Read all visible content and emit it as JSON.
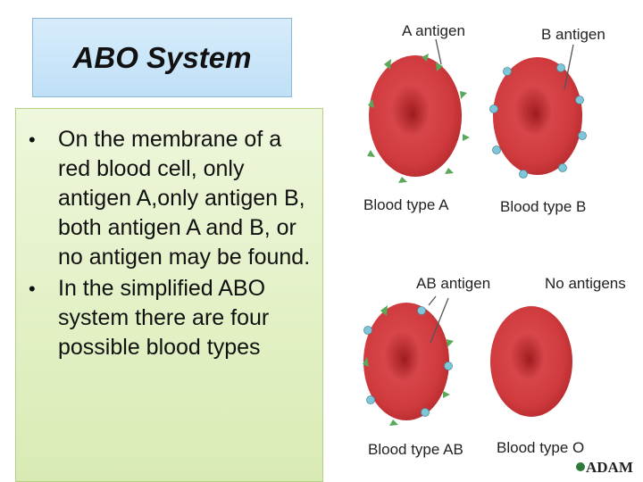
{
  "slide": {
    "title": "ABO System",
    "bullets": [
      "On the membrane of a red blood cell, only antigen A,only antigen B, both antigen A and B, or no antigen may be found.",
      "In the simplified ABO system there are four possible blood types"
    ]
  },
  "diagram": {
    "antigen_labels": {
      "a": "A antigen",
      "b": "B antigen",
      "ab": "AB antigen",
      "none": "No antigens"
    },
    "type_labels": {
      "a": "Blood type A",
      "b": "Blood type B",
      "ab": "Blood type AB",
      "o": "Blood type O"
    },
    "logo_text": "ADAM",
    "colors": {
      "cell": "#cc3b3b",
      "antigen_a": "#5aa95a",
      "antigen_b": "#7ec6d8"
    }
  }
}
